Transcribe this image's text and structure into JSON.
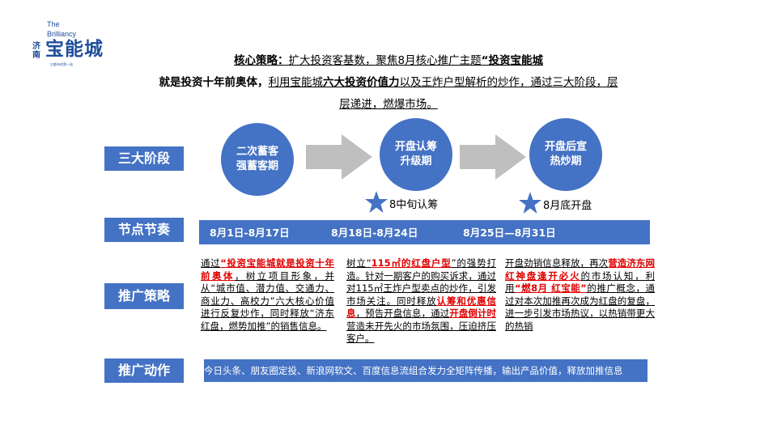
{
  "logo": {
    "line1": "The",
    "line2": "Brilliancy",
    "city": "济南",
    "name": "宝能城",
    "slogan": "大都市的第一站"
  },
  "headline": {
    "line1_label": "核心策略：",
    "line1_text": "扩大投资客基数，聚焦8月核心推广主题",
    "line1_quote": "“投资宝能城",
    "line2_bold": "就是投资十年前奥体，",
    "line2_a": "利用宝能城",
    "line2_b": "六大投资价值力",
    "line2_c": "以及王炸户型解析的炒作，通过三大阶段，层",
    "line3": "层递进，燃爆市场。"
  },
  "rows": {
    "stages": "三大阶段",
    "nodes": "节点节奏",
    "strategy": "推广策略",
    "action": "推广动作"
  },
  "stages": [
    {
      "line1": "二次蓄客",
      "line2": "强蓄客期"
    },
    {
      "line1": "开盘认筹",
      "line2": "升级期"
    },
    {
      "line1": "开盘后宣",
      "line2": "热炒期"
    }
  ],
  "milestones": [
    {
      "label": "8中旬认筹"
    },
    {
      "label": "8月底开盘"
    }
  ],
  "dates": [
    "8月1日-8月17日",
    "8月18日-8月24日",
    "8月25日—8月31日"
  ],
  "strategy": {
    "col1": {
      "a": "通过",
      "b": "“投资宝能城",
      "c": "就是投资十年前奥体",
      "d": "，树立项目形象，并从“城市值、潜力值、交通力、商业力、高校力”六大核心价值进行反复炒作，同时释放“济东红盘，燃势加推”的销售信息。"
    },
    "col2": {
      "a": "树立“",
      "b": "115㎡的红盘户型",
      "c": "”的强势打造。针对一期客户的购买诉求，通过对115㎡王炸户型卖点的炒作，引发市场关注。同时释放",
      "d": "认筹和优惠信息",
      "e": "，预告开盘信息，通过",
      "f": "开盘倒计时",
      "g": "营造未开先火的市场氛围，压迫挤压客户。"
    },
    "col3": {
      "a": "开盘劲销信息释放，再次",
      "b": "营造济东网红神盘逢开必火",
      "c": "的市场认知，利用",
      "d": "“燃8月 红宝能”",
      "e": "的推广概念，通过对本次加推再次成为红盘的复盘，进一步引发市场热议，以热销带更大的热销"
    }
  },
  "action_text": "今日头条、朋友圈定投、新浪网软文、百度信息流组合发力全矩阵传播，输出产品价值，释放加推信息",
  "colors": {
    "accent": "#4472c4",
    "highlight": "#e00000",
    "arrow": "#bfbfbf"
  }
}
